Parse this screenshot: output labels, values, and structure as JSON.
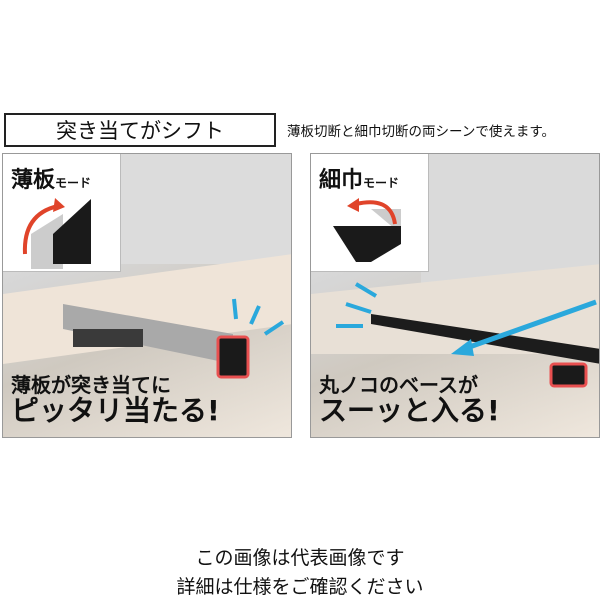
{
  "header": {
    "title": "突き当てがシフト",
    "subtitle": "薄板切断と細巾切断の両シーンで使えます。"
  },
  "panels": [
    {
      "mode": "薄板",
      "mode_suffix": "モード",
      "caption_line1": "薄板が突き当てに",
      "caption_line2": "ピッタリ当たる!"
    },
    {
      "mode": "細巾",
      "mode_suffix": "モード",
      "caption_line1": "丸ノコのベースが",
      "caption_line2": "スーッと入る!"
    }
  ],
  "footer": {
    "line1": "この画像は代表画像です",
    "line2": "詳細は仕様をご確認ください"
  },
  "colors": {
    "arrow_red": "#e0442a",
    "accent_blue": "#2aa8dc",
    "stopper_black": "#1a1a1a"
  }
}
